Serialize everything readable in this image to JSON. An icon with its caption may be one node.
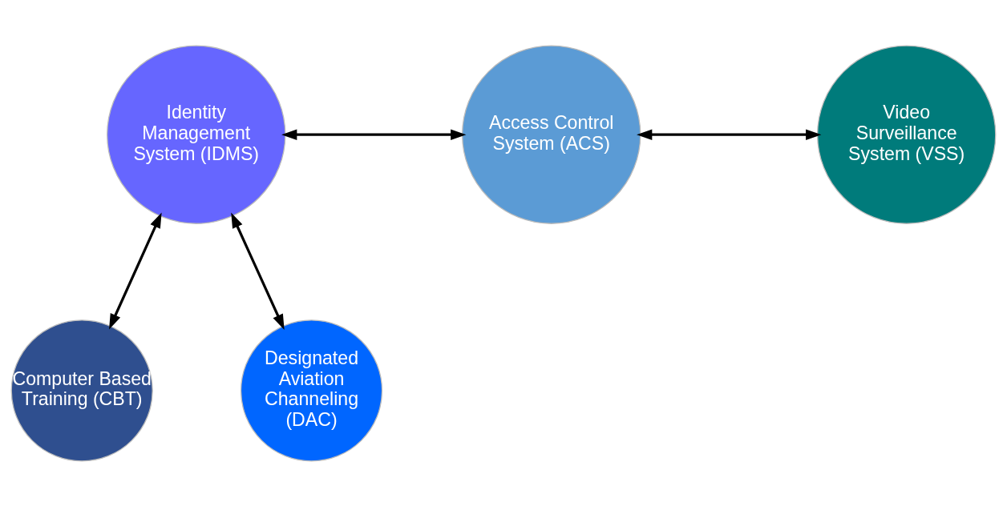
{
  "diagram": {
    "nodes": [
      {
        "text": [
          "Identity Management System (IDMS)"
        ]
      },
      {
        "text": [
          "Access Control System (ACS)"
        ]
      },
      {
        "text": [
          "Video Surveillance System (VSS)"
        ]
      },
      {
        "text": [
          "Computer Based Training (CBT)"
        ]
      },
      {
        "text": [
          "Designated Aviation Channeling (DAC)"
        ]
      }
    ],
    "edges": [
      {
        "from": 0,
        "to": 1,
        "arrow": "both"
      },
      {
        "from": 1,
        "to": 2,
        "arrow": "both"
      },
      {
        "from": 0,
        "to": 3,
        "arrow": "both"
      },
      {
        "from": 0,
        "to": 4,
        "arrow": "both"
      }
    ]
  }
}
